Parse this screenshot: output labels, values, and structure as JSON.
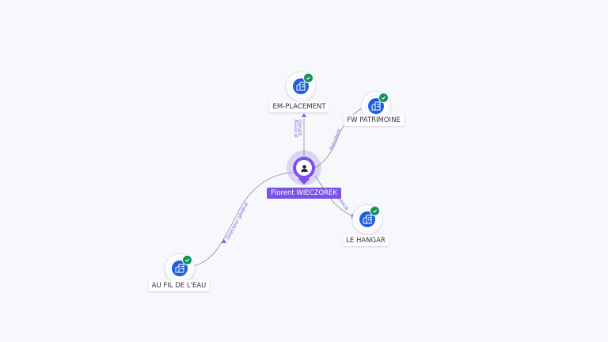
{
  "colors": {
    "person": "#7b52e8",
    "company": "#1e5fe0",
    "verified": "#12915a",
    "edge_label": "#7b63e0"
  },
  "person": {
    "name": "Florent WIECZOREK",
    "icon": "user-icon"
  },
  "companies": [
    {
      "id": "em",
      "name": "EM-PLACEMENT",
      "icon": "building-icon",
      "badge": "verified-check-icon"
    },
    {
      "id": "fw",
      "name": "FW PATRIMOINE",
      "icon": "building-icon",
      "badge": "verified-check-icon"
    },
    {
      "id": "lh",
      "name": "LE HANGAR",
      "icon": "building-icon",
      "badge": "verified-check-icon"
    },
    {
      "id": "af",
      "name": "AU FIL DE L'EAU",
      "icon": "building-icon",
      "badge": "verified-check-icon"
    }
  ],
  "relations": [
    {
      "to": "em",
      "label_lines": [
        "Gérant",
        "Associé"
      ]
    },
    {
      "to": "fw",
      "label_lines": [
        "Président"
      ]
    },
    {
      "to": "lh",
      "label_lines": [
        "Associé"
      ]
    },
    {
      "to": "af",
      "label_lines": [
        "Directeur général"
      ]
    }
  ]
}
